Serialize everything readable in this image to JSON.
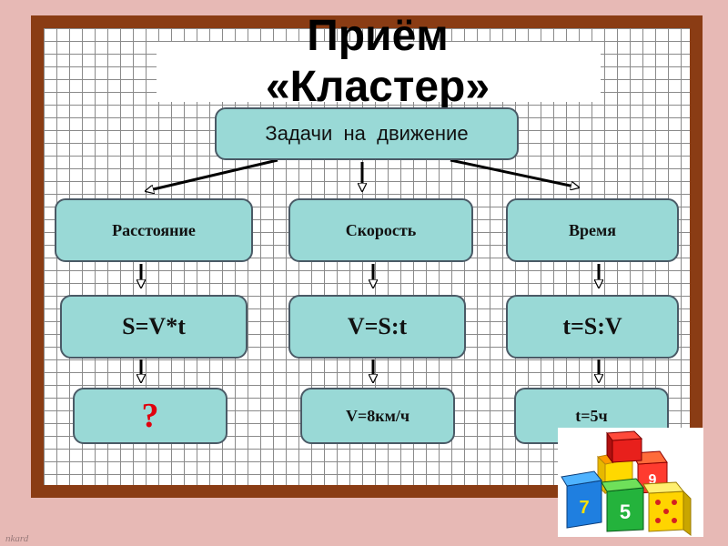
{
  "title": {
    "line1": "Приём",
    "line2": "«Кластер»"
  },
  "root": {
    "label": "Задачи  на  движение"
  },
  "categories": [
    {
      "label": "Расстояние",
      "formula": "S=V*t",
      "result": "?"
    },
    {
      "label": "Скорость",
      "formula": "V=S:t",
      "result": "V=8км/ч"
    },
    {
      "label": "Время",
      "formula": "t=S:V",
      "result": "t=5ч"
    }
  ],
  "credit": "nkard",
  "colors": {
    "box_fill": "#99d9d6",
    "frame": "#8a3c14",
    "background": "#e7b9b5",
    "question_mark": "#e0000d"
  }
}
